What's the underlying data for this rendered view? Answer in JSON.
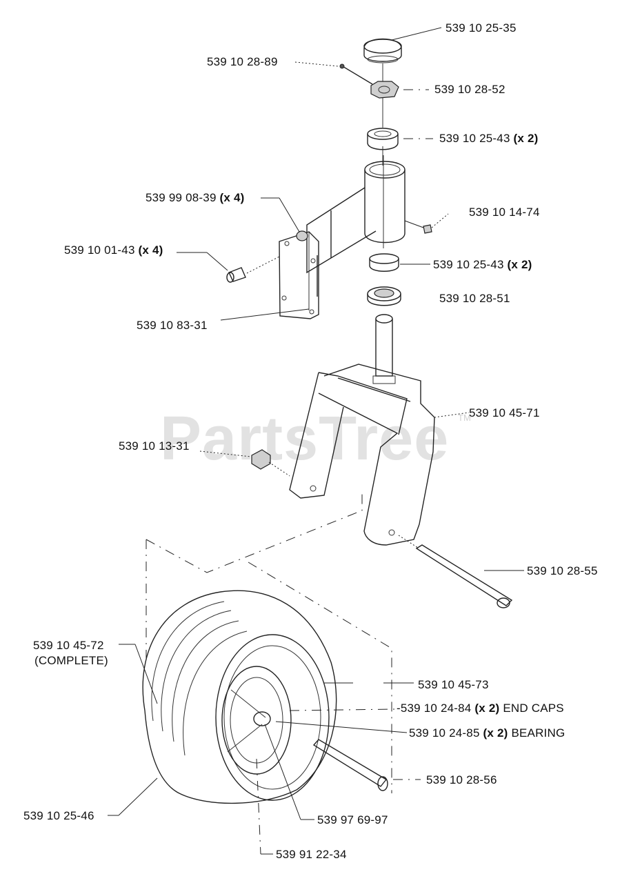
{
  "watermark": {
    "text": "PartsTree",
    "mark": "TM"
  },
  "labels": {
    "dust_cap": "539 10 25-35",
    "cotter_pin": "539 10 28-89",
    "castle_nut": "539 10 28-52",
    "bearing_cup_top": {
      "part": "539 10 25-43",
      "qty": "(x 2)"
    },
    "nuts": {
      "part": "539 99 08-39",
      "qty": "(x 4)"
    },
    "grease_fitting": "539 10 14-74",
    "bolts": {
      "part": "539 10 01-43",
      "qty": "(x 4)"
    },
    "bearing_cup_bottom": {
      "part": "539 10 25-43",
      "qty": "(x 2)"
    },
    "seal": "539 10 28-51",
    "caster_arm": "539 10 83-31",
    "fork": "539 10 45-71",
    "locknut": "539 10 13-31",
    "axle_bolt": "539 10 28-55",
    "wheel_complete": {
      "part": "539 10 45-72",
      "note": "(COMPLETE)"
    },
    "rim": "539 10 45-73",
    "end_caps": {
      "part": "-539 10 24-84",
      "qty": "(x 2)",
      "note": "END CAPS"
    },
    "bearing": {
      "part": "539 10 24-85",
      "qty": "(x 2)",
      "note": "BEARING"
    },
    "spacer": "539 10 28-56",
    "tire": "539 10 25-46",
    "valve": "539 97 69-97",
    "tube": "539 91 22-34"
  }
}
